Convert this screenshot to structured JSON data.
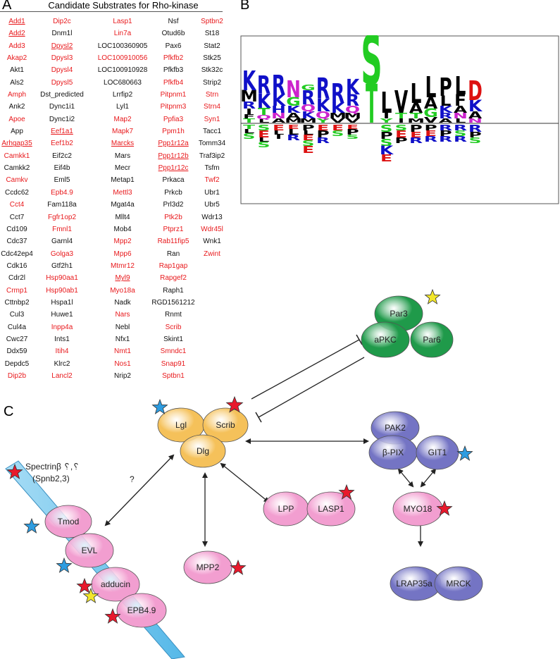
{
  "panels": {
    "a": "A",
    "b": "B",
    "c": "C"
  },
  "table": {
    "title": "Candidate Substrates for Rho-kinase",
    "columns": [
      [
        {
          "t": "Add1",
          "c": "red",
          "u": true
        },
        {
          "t": "Add2",
          "c": "red",
          "u": true
        },
        {
          "t": "Add3",
          "c": "red"
        },
        {
          "t": "Akap2",
          "c": "red"
        },
        {
          "t": "Akt1",
          "c": "black"
        },
        {
          "t": "Als2",
          "c": "black"
        },
        {
          "t": "Amph",
          "c": "red"
        },
        {
          "t": "Ank2",
          "c": "black"
        },
        {
          "t": "Apoe",
          "c": "red"
        },
        {
          "t": "App",
          "c": "black"
        },
        {
          "t": "Arhgap35",
          "c": "red",
          "u": true
        },
        {
          "t": "Camkk1",
          "c": "red"
        },
        {
          "t": "Camkk2",
          "c": "black"
        },
        {
          "t": "Camkv",
          "c": "red"
        },
        {
          "t": "Ccdc62",
          "c": "black"
        },
        {
          "t": "Cct4",
          "c": "red"
        },
        {
          "t": "Cct7",
          "c": "black"
        },
        {
          "t": "Cd109",
          "c": "black"
        },
        {
          "t": "Cdc37",
          "c": "black"
        },
        {
          "t": "Cdc42ep4",
          "c": "black"
        },
        {
          "t": "Cdk16",
          "c": "black"
        },
        {
          "t": "Cdr2l",
          "c": "black"
        },
        {
          "t": "Crmp1",
          "c": "red"
        },
        {
          "t": "Cttnbp2",
          "c": "black"
        },
        {
          "t": "Cul3",
          "c": "black"
        },
        {
          "t": "Cul4a",
          "c": "black"
        },
        {
          "t": "Cwc27",
          "c": "black"
        },
        {
          "t": "Ddx59",
          "c": "black"
        },
        {
          "t": "Depdc5",
          "c": "black"
        },
        {
          "t": "Dip2b",
          "c": "red"
        }
      ],
      [
        {
          "t": "Dip2c",
          "c": "red"
        },
        {
          "t": "Dnm1l",
          "c": "black"
        },
        {
          "t": "Dpysl2",
          "c": "red",
          "u": true
        },
        {
          "t": "Dpysl3",
          "c": "red"
        },
        {
          "t": "Dpysl4",
          "c": "red"
        },
        {
          "t": "Dpysl5",
          "c": "red"
        },
        {
          "t": "Dst_predicted",
          "c": "black"
        },
        {
          "t": "Dync1i1",
          "c": "black"
        },
        {
          "t": "Dync1i2",
          "c": "black"
        },
        {
          "t": "Eef1a1",
          "c": "red",
          "u": true
        },
        {
          "t": "Eef1b2",
          "c": "red"
        },
        {
          "t": "Eif2c2",
          "c": "black"
        },
        {
          "t": "Eif4b",
          "c": "black"
        },
        {
          "t": "Eml5",
          "c": "black"
        },
        {
          "t": "Epb4.9",
          "c": "red"
        },
        {
          "t": "Fam118a",
          "c": "black"
        },
        {
          "t": "Fgfr1op2",
          "c": "red"
        },
        {
          "t": "Fmnl1",
          "c": "red"
        },
        {
          "t": "Garnl4",
          "c": "black"
        },
        {
          "t": "Golga3",
          "c": "red"
        },
        {
          "t": "Gtf2h1",
          "c": "black"
        },
        {
          "t": "Hsp90aa1",
          "c": "red"
        },
        {
          "t": "Hsp90ab1",
          "c": "red"
        },
        {
          "t": "Hspa1l",
          "c": "black"
        },
        {
          "t": "Huwe1",
          "c": "black"
        },
        {
          "t": "Inpp4a",
          "c": "red"
        },
        {
          "t": "Ints1",
          "c": "black"
        },
        {
          "t": "Itih4",
          "c": "red"
        },
        {
          "t": "Klrc2",
          "c": "black"
        },
        {
          "t": "Lancl2",
          "c": "red"
        }
      ],
      [
        {
          "t": "Lasp1",
          "c": "red"
        },
        {
          "t": "Lin7a",
          "c": "red"
        },
        {
          "t": "LOC100360905",
          "c": "black"
        },
        {
          "t": "LOC100910056",
          "c": "red"
        },
        {
          "t": "LOC100910928",
          "c": "black"
        },
        {
          "t": "LOC680663",
          "c": "black"
        },
        {
          "t": "Lrrfip2",
          "c": "black"
        },
        {
          "t": "Lyl1",
          "c": "black"
        },
        {
          "t": "Map2",
          "c": "red"
        },
        {
          "t": "Mapk7",
          "c": "red"
        },
        {
          "t": "Marcks",
          "c": "red",
          "u": true
        },
        {
          "t": "Mars",
          "c": "black"
        },
        {
          "t": "Mecr",
          "c": "black"
        },
        {
          "t": "Metap1",
          "c": "black"
        },
        {
          "t": "Mettl3",
          "c": "red"
        },
        {
          "t": "Mgat4a",
          "c": "black"
        },
        {
          "t": "Mllt4",
          "c": "black"
        },
        {
          "t": "Mob4",
          "c": "black"
        },
        {
          "t": "Mpp2",
          "c": "red"
        },
        {
          "t": "Mpp6",
          "c": "red"
        },
        {
          "t": "Mtmr12",
          "c": "red"
        },
        {
          "t": "Myl9",
          "c": "red",
          "u": true
        },
        {
          "t": "Myo18a",
          "c": "red"
        },
        {
          "t": "Nadk",
          "c": "black"
        },
        {
          "t": "Nars",
          "c": "red"
        },
        {
          "t": "Nebl",
          "c": "black"
        },
        {
          "t": "Nfx1",
          "c": "black"
        },
        {
          "t": "Nmt1",
          "c": "red"
        },
        {
          "t": "Nos1",
          "c": "red"
        },
        {
          "t": "Nrip2",
          "c": "black"
        }
      ],
      [
        {
          "t": "Nsf",
          "c": "black"
        },
        {
          "t": "Otud6b",
          "c": "black"
        },
        {
          "t": "Pax6",
          "c": "black"
        },
        {
          "t": "Pfkfb2",
          "c": "red"
        },
        {
          "t": "Pfkfb3",
          "c": "black"
        },
        {
          "t": "Pfkfb4",
          "c": "red"
        },
        {
          "t": "Pitpnm1",
          "c": "red"
        },
        {
          "t": "Pitpnm3",
          "c": "red"
        },
        {
          "t": "Ppfia3",
          "c": "red"
        },
        {
          "t": "Ppm1h",
          "c": "red"
        },
        {
          "t": "Ppp1r12a",
          "c": "red",
          "u": true
        },
        {
          "t": "Ppp1r12b",
          "c": "red",
          "u": true
        },
        {
          "t": "Ppp1r12c",
          "c": "red",
          "u": true
        },
        {
          "t": "Prkaca",
          "c": "black"
        },
        {
          "t": "Prkcb",
          "c": "black"
        },
        {
          "t": "Prl3d2",
          "c": "black"
        },
        {
          "t": "Ptk2b",
          "c": "red"
        },
        {
          "t": "Ptprz1",
          "c": "red"
        },
        {
          "t": "Rab11fip5",
          "c": "red"
        },
        {
          "t": "Ran",
          "c": "black"
        },
        {
          "t": "Rap1gap",
          "c": "red"
        },
        {
          "t": "Rapgef2",
          "c": "red"
        },
        {
          "t": "Raph1",
          "c": "black"
        },
        {
          "t": "RGD1561212",
          "c": "black"
        },
        {
          "t": "Rnmt",
          "c": "black"
        },
        {
          "t": "Scrib",
          "c": "red"
        },
        {
          "t": "Skint1",
          "c": "black"
        },
        {
          "t": "Smndc1",
          "c": "red"
        },
        {
          "t": "Snap91",
          "c": "red"
        },
        {
          "t": "Sptbn1",
          "c": "red"
        }
      ],
      [
        {
          "t": "Sptbn2",
          "c": "red"
        },
        {
          "t": "St18",
          "c": "black"
        },
        {
          "t": "Stat2",
          "c": "black"
        },
        {
          "t": "Stk25",
          "c": "black"
        },
        {
          "t": "Stk32c",
          "c": "black"
        },
        {
          "t": "Strip2",
          "c": "black"
        },
        {
          "t": "Strn",
          "c": "red"
        },
        {
          "t": "Strn4",
          "c": "red"
        },
        {
          "t": "Syn1",
          "c": "red"
        },
        {
          "t": "Tacc1",
          "c": "black"
        },
        {
          "t": "Tomm34",
          "c": "black"
        },
        {
          "t": "Traf3ip2",
          "c": "black"
        },
        {
          "t": "Tsfm",
          "c": "black"
        },
        {
          "t": "Twf2",
          "c": "red"
        },
        {
          "t": "Ubr1",
          "c": "black"
        },
        {
          "t": "Ubr5",
          "c": "black"
        },
        {
          "t": "Wdr13",
          "c": "black"
        },
        {
          "t": "Wdr45l",
          "c": "red"
        },
        {
          "t": "Wnk1",
          "c": "black"
        },
        {
          "t": "Zwint",
          "c": "red"
        }
      ]
    ]
  },
  "logo": {
    "colors": {
      "K": "#1010c8",
      "R": "#1010c8",
      "H": "#1010c8",
      "S": "#22cc22",
      "T": "#22cc22",
      "G": "#22cc22",
      "N": "#cc22cc",
      "Q": "#cc22cc",
      "D": "#dd1111",
      "E": "#dd1111",
      "L": "#000000",
      "V": "#000000",
      "P": "#000000",
      "A": "#000000",
      "I": "#000000",
      "M": "#000000",
      "F": "#000000",
      "W": "#000000",
      "Y": "#22cc22",
      "C": "#22cc22"
    }
  },
  "diagram": {
    "colors": {
      "yellow": "#f5c15a",
      "pink": "#f29ed0",
      "purple": "#7474c4",
      "green": "#1f9a4a",
      "spectrin": "#55b8e8",
      "red_star": "#e8192c",
      "blue_star": "#2d9ce0",
      "yellow_star": "#f2e62c"
    },
    "nodes": {
      "par3": "Par3",
      "apkc": "aPKC",
      "par6": "Par6",
      "lgl": "Lgl",
      "scrib": "Scrib",
      "dlg": "Dlg",
      "pak2": "PAK2",
      "bpix": "β-PIX",
      "git1": "GIT1",
      "lpp": "LPP",
      "lasp1": "LASP1",
      "myo18": "MYO18",
      "mpp2": "MPP2",
      "lrap35a": "LRAP35a",
      "mrck": "MRCK",
      "tmod": "Tmod",
      "evl": "EVL",
      "adducin": "adducin",
      "epb49": "EPB4.9"
    },
    "spectrin_label": "Spectrinβ ␦,␦",
    "spectrin_sublabel": "(Spnb2,3)",
    "question": "?"
  }
}
